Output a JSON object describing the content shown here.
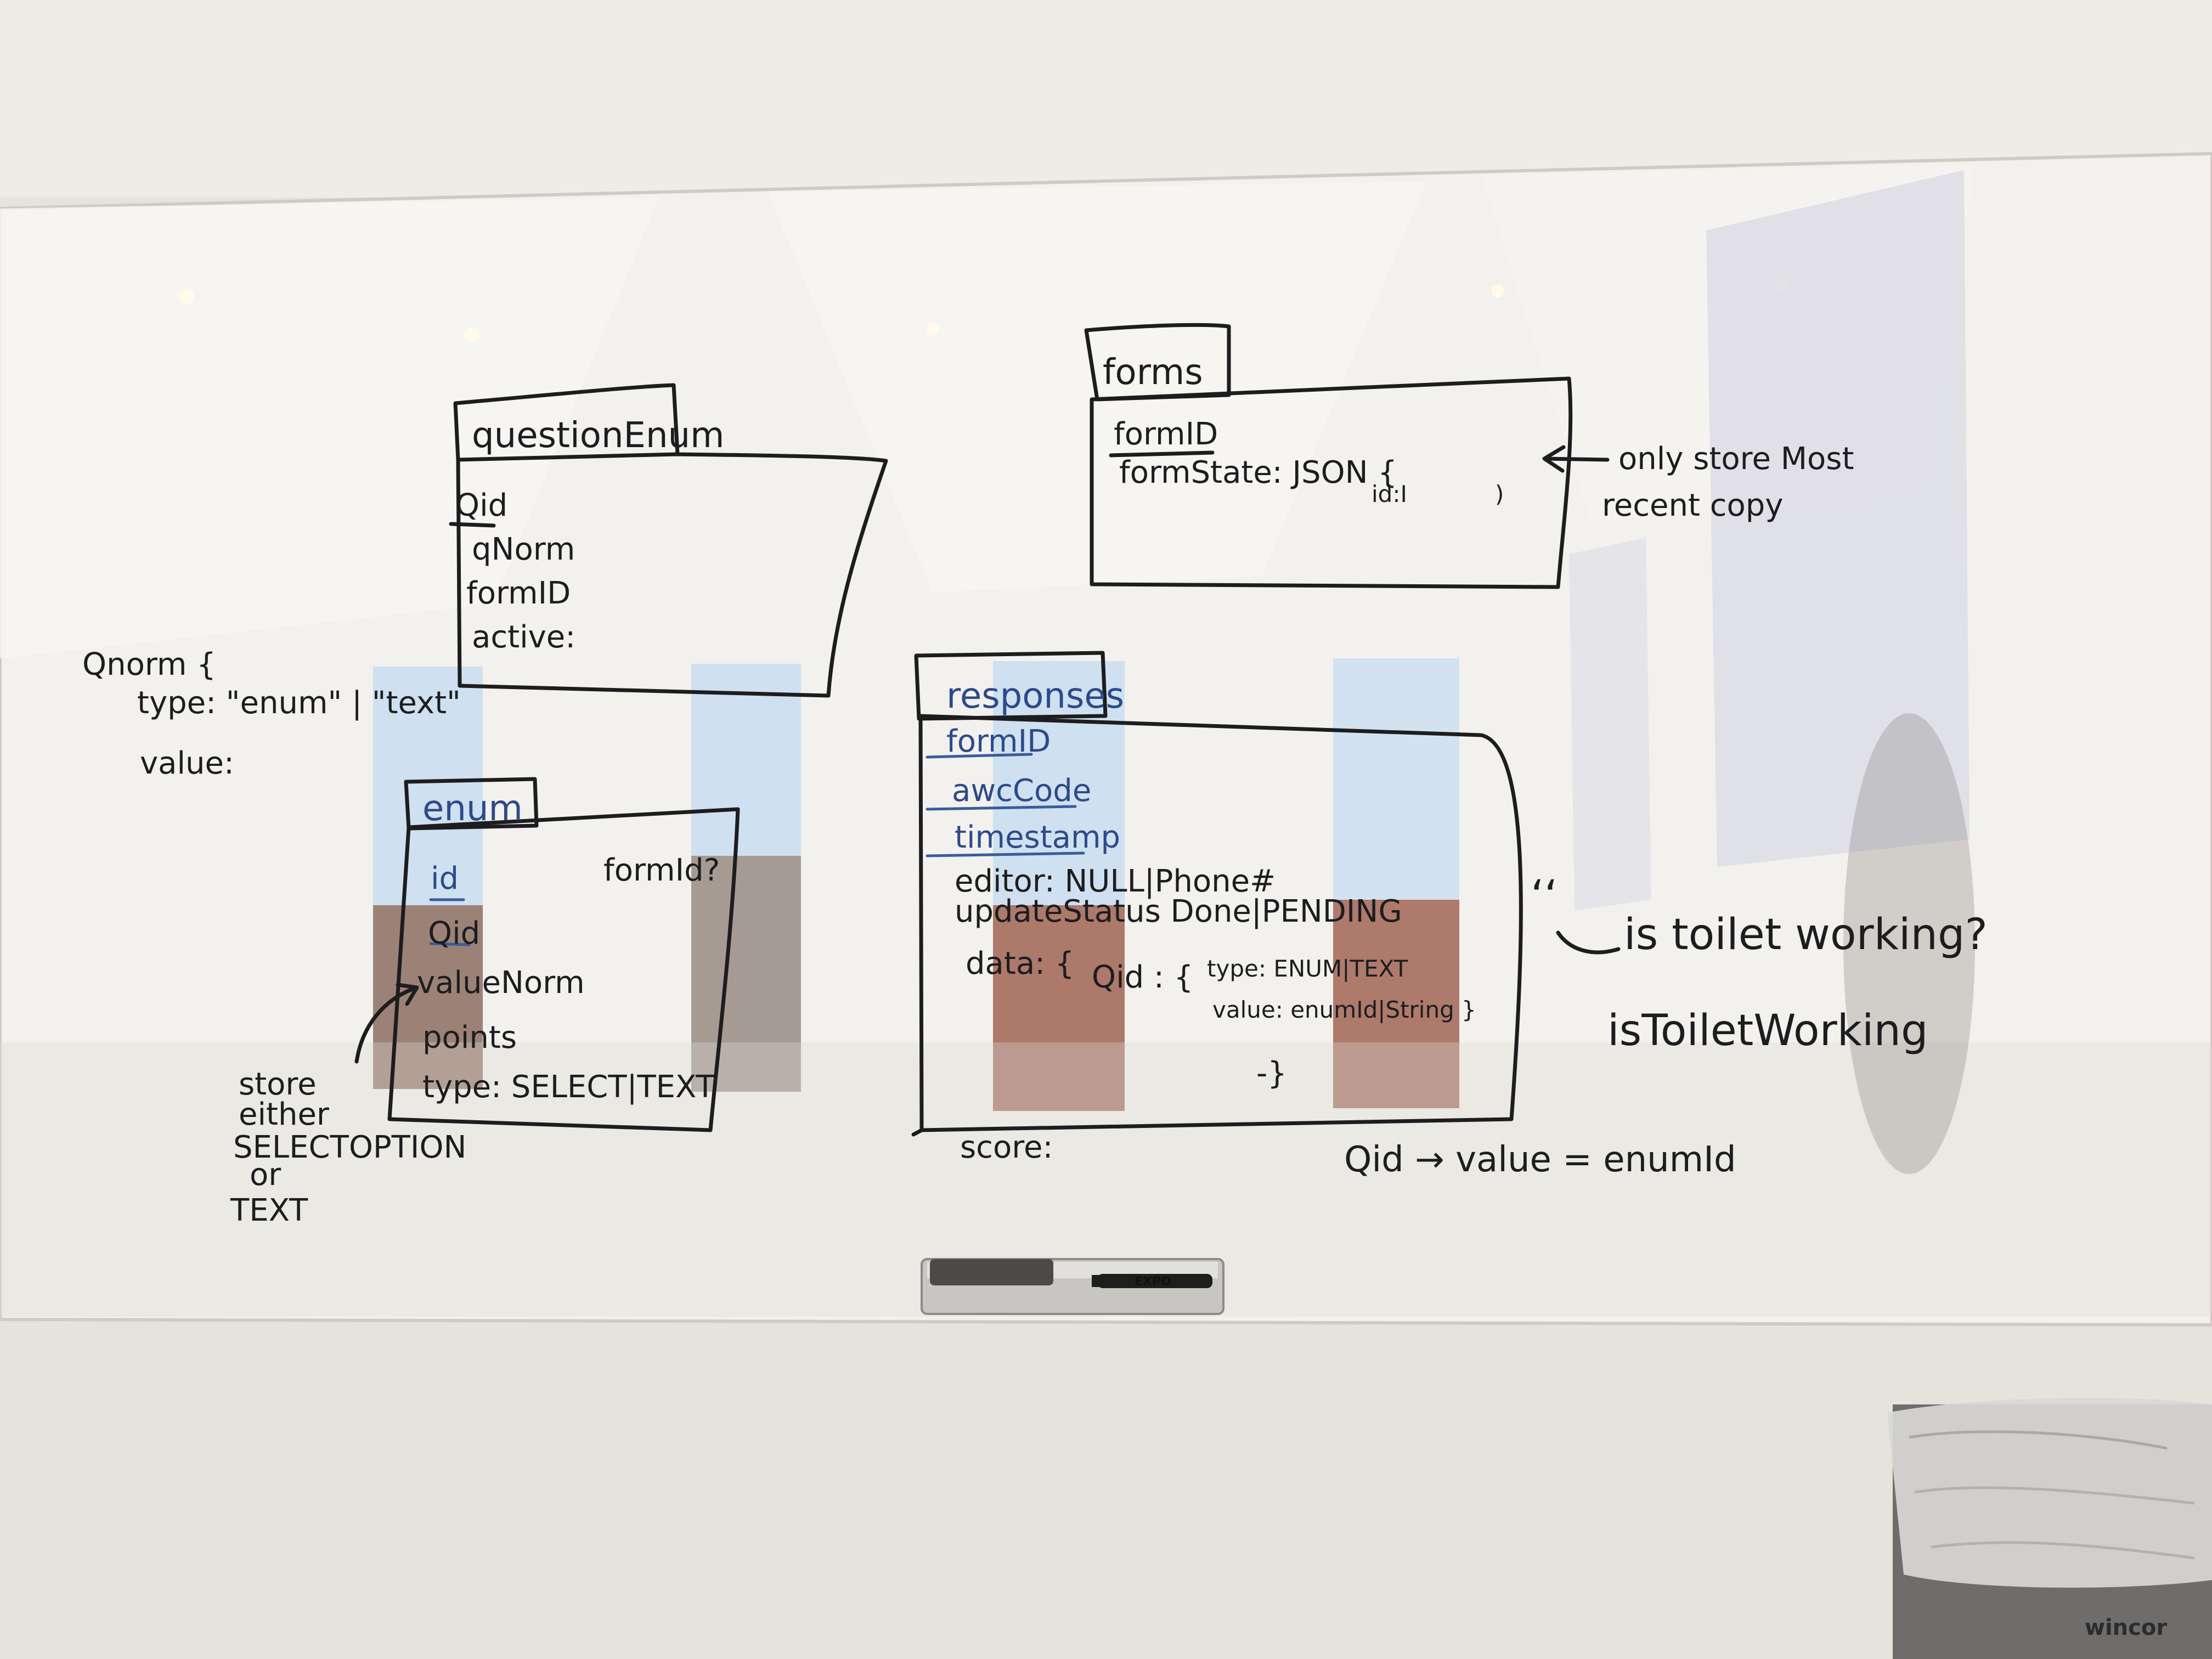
{
  "tables": {
    "questionEnum": {
      "title": "questionEnum",
      "fields": [
        "Qid",
        "qNorm",
        "formID",
        "active:"
      ]
    },
    "forms": {
      "title": "forms",
      "fields": [
        "formID",
        "formState: JSON {"
      ],
      "state_inner": "id:I",
      "state_close": ")"
    },
    "enum": {
      "title": "enum",
      "fields": [
        "id",
        "Qid",
        "valueNorm",
        "points",
        "type: SELECT|TEXT"
      ],
      "side_note": "formId?"
    },
    "responses": {
      "title": "responses",
      "fields": [
        "formID",
        "awcCode",
        "timestamp",
        "editor: NULL|Phone#",
        "updateStatus  Done|PENDING",
        "data: {"
      ],
      "data_inner": [
        "Qid : {",
        "type: ENUM|TEXT",
        "value: enumId|String }",
        "-}"
      ],
      "after": "score:"
    }
  },
  "notes": {
    "norm_block": [
      "Qnorm {",
      "type: \"enum\" | \"text\"",
      "value:"
    ],
    "store_note": [
      "store",
      "either",
      "SELECTOPTION",
      "or",
      "TEXT"
    ],
    "forms_note": [
      "only store Most",
      "recent copy"
    ],
    "toilet_question": "is toilet working?",
    "toilet_quote": "‘‘",
    "toilet_camel": "isToiletWorking",
    "mapping": "Qid → value = enumId"
  },
  "props": {
    "marker_brand": "EXPO",
    "bin_brand": "wincor"
  },
  "colors": {
    "wall": "#e9e6e1",
    "board": "#f1efeb",
    "ink": "#1d1d1f",
    "ink_blue": "#2d4a8a",
    "sky": "#c9dcef",
    "brick": "#a0573f"
  }
}
